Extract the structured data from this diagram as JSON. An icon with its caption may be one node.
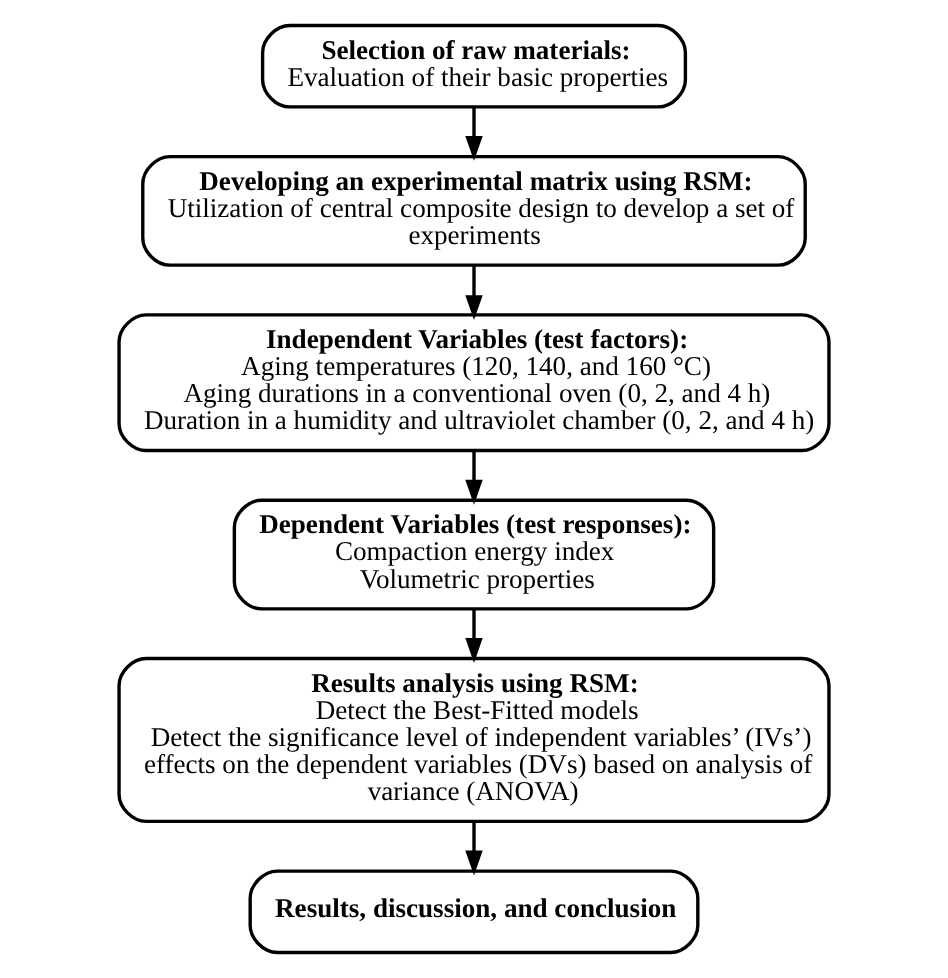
{
  "diagram": {
    "nodes": [
      {
        "text": [
          "Selection of raw materials:",
          "Evaluation of their basic properties"
        ]
      },
      {
        "text": [
          "Developing an experimental matrix using RSM:",
          "Utilization of central composite design to develop a set of experiments"
        ]
      },
      {
        "text": [
          "Independent Variables (test factors):",
          "Aging temperatures (120, 140, and 160 °C)",
          "Aging durations in a conventional oven (0, 2, and 4 h)",
          "Duration in a humidity and ultraviolet chamber (0, 2, and 4 h)"
        ]
      },
      {
        "text": [
          "Dependent Variables (test responses):",
          "Compaction energy index",
          "Volumetric properties"
        ]
      },
      {
        "text": [
          "Results analysis using RSM:",
          "Detect the Best-Fitted models",
          "Detect the significance level of independent variables’ (IVs’) effects on the dependent variables (DVs) based on analysis of variance (ANOVA)"
        ]
      },
      {
        "text": [
          "Results, discussion, and conclusion"
        ]
      }
    ],
    "edges": [
      {
        "from": 0,
        "to": 1,
        "arrow": "to"
      },
      {
        "from": 1,
        "to": 2,
        "arrow": "to"
      },
      {
        "from": 2,
        "to": 3,
        "arrow": "to"
      },
      {
        "from": 3,
        "to": 4,
        "arrow": "to"
      },
      {
        "from": 4,
        "to": 5,
        "arrow": "to"
      }
    ]
  }
}
